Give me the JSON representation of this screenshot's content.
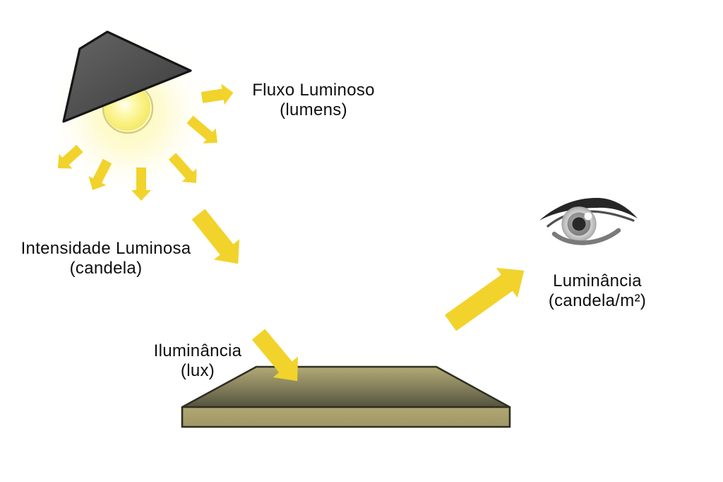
{
  "labels": {
    "fluxo_luminoso": {
      "line1": "Fluxo Luminoso",
      "line2": "(lumens)"
    },
    "intensidade_luminosa": {
      "line1": "Intensidade Luminosa",
      "line2": "(candela)"
    },
    "iluminancia": {
      "line1": "Iluminância",
      "line2": "(lux)"
    },
    "luminancia": {
      "line1": "Luminância",
      "line2": "(candela/m²)"
    }
  },
  "icons": {
    "lampshade": "lampshade-icon",
    "bulb": "light-bulb-icon",
    "rays": "light-ray-arrow-icon",
    "surface": "illuminated-surface-icon",
    "eye": "eye-icon"
  },
  "colors": {
    "arrow": "#F2D32C",
    "lampshade_dark": "#3b3b3b",
    "lampshade_light": "#636363",
    "glow": "#FBF29B",
    "surface_front": "#ABA36C",
    "surface_top_light": "#B2AA74",
    "surface_top_dark": "#55523E",
    "text": "#0e0e0e",
    "background": "#ffffff"
  }
}
